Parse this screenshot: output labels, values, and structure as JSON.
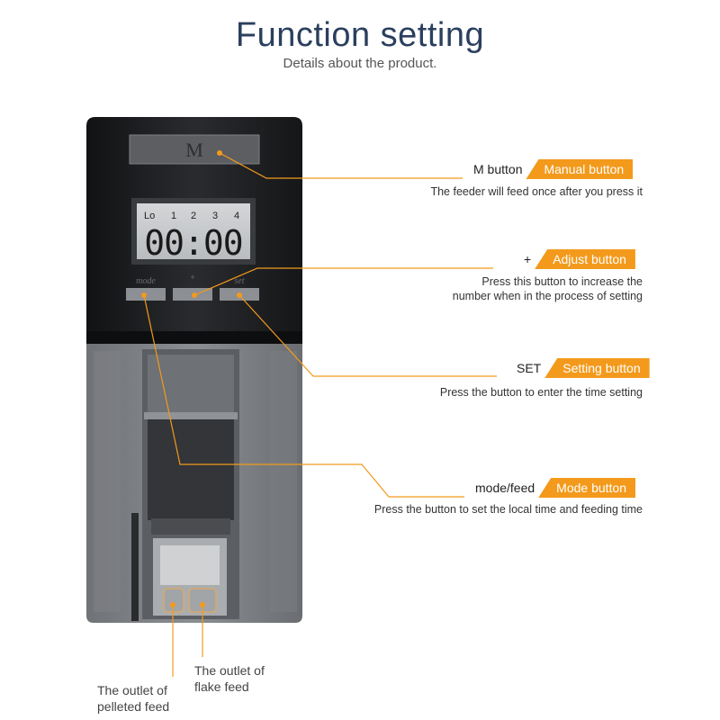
{
  "header": {
    "title": "Function setting",
    "subtitle": "Details about the product."
  },
  "device": {
    "m_label": "M",
    "lcd_indicators": [
      "Lo",
      "1",
      "2",
      "3",
      "4"
    ],
    "lcd_time": "00:00",
    "button_labels": [
      "mode",
      "+",
      "set"
    ]
  },
  "callouts": [
    {
      "short": "M button",
      "long": "Manual button",
      "desc": [
        "The feeder will feed once after you press it"
      ]
    },
    {
      "short": "+",
      "long": "Adjust button",
      "desc": [
        "Press this button to increase the",
        "number when in the process of setting"
      ]
    },
    {
      "short": "SET",
      "long": "Setting button",
      "desc": [
        "Press the button to enter the time setting"
      ]
    },
    {
      "short": "mode/feed",
      "long": "Mode button",
      "desc": [
        "Press the button to set the local time and feeding time"
      ]
    }
  ],
  "outlets": {
    "pelleted": [
      "The outlet of",
      "pelleted feed"
    ],
    "flake": [
      "The outlet of",
      "flake feed"
    ]
  },
  "colors": {
    "accent": "#f39a1c",
    "title": "#2b3f5e",
    "device_top": "#1d1e20",
    "lcd": "#c9cbcd"
  }
}
